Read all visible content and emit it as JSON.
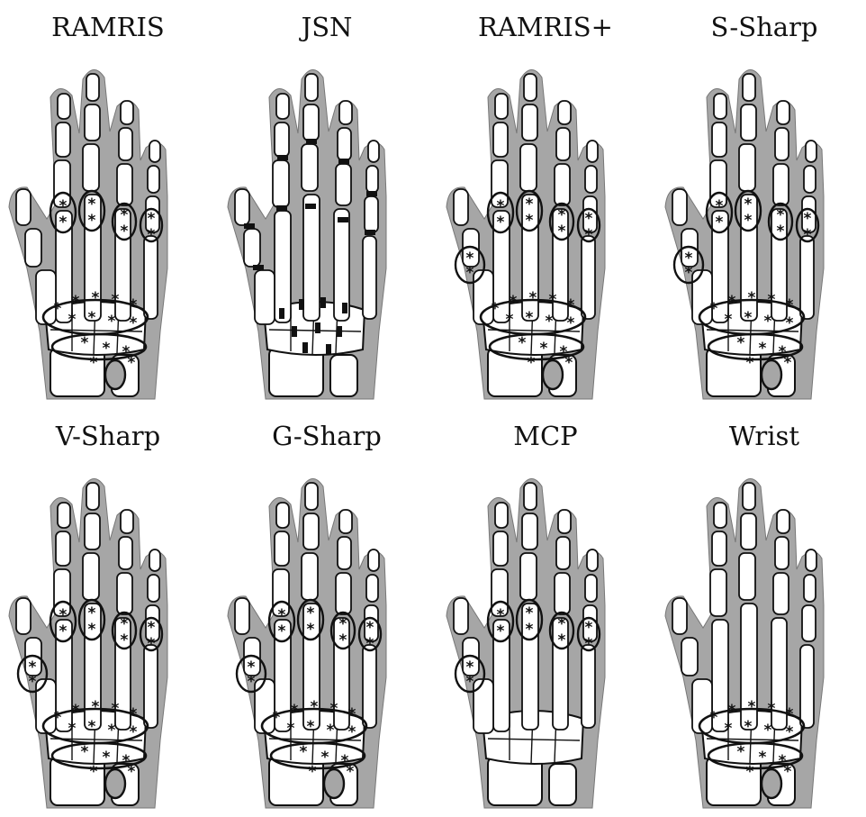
{
  "panels": [
    {
      "id": "ramris",
      "title": "RAMRIS",
      "thumb": false,
      "mcp": true,
      "wrist": true,
      "jsn": false
    },
    {
      "id": "jsn",
      "title": "JSN",
      "thumb": false,
      "mcp": false,
      "wrist": false,
      "jsn": true
    },
    {
      "id": "ramris-plus",
      "title": "RAMRIS+",
      "thumb": true,
      "mcp": true,
      "wrist": true,
      "jsn": false
    },
    {
      "id": "s-sharp",
      "title": "S-Sharp",
      "thumb": true,
      "mcp": true,
      "wrist": true,
      "jsn": false
    },
    {
      "id": "v-sharp",
      "title": "V-Sharp",
      "thumb": true,
      "mcp": true,
      "wrist": true,
      "jsn": false
    },
    {
      "id": "g-sharp",
      "title": "G-Sharp",
      "thumb": true,
      "mcp": true,
      "wrist": true,
      "jsn": false
    },
    {
      "id": "mcp",
      "title": "MCP",
      "thumb": true,
      "mcp": true,
      "wrist": false,
      "jsn": false
    },
    {
      "id": "wrist",
      "title": "Wrist",
      "thumb": false,
      "mcp": false,
      "wrist": true,
      "jsn": false
    }
  ],
  "colors": {
    "tissue": "#a6a6a6",
    "bone": "#ffffff",
    "outline": "#111111"
  }
}
